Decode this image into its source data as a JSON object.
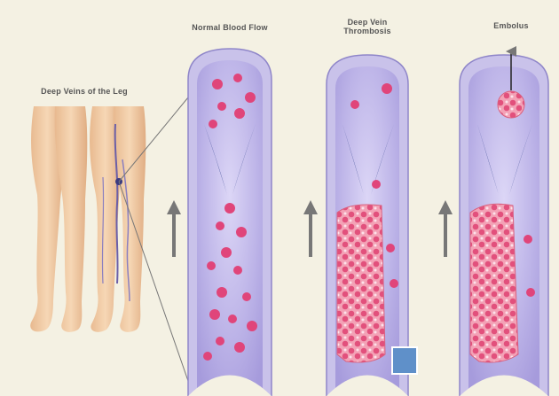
{
  "labels": {
    "legs": "Deep Veins of the Leg",
    "normal": "Normal Blood Flow",
    "thrombosis_line1": "Deep Vein",
    "thrombosis_line2": "Thrombosis",
    "embolus": "Embolus"
  },
  "colors": {
    "background": "#f4f1e3",
    "vein_wall": "#c9c2ea",
    "vein_lumen": "#b7b0e4",
    "valve": "#2c3f8a",
    "blood_cell": "#e0457a",
    "clot": "#ea6f8f",
    "arrow": "#777777"
  },
  "icons": [
    "leg-illustration",
    "vein-cross-section",
    "blood-cell",
    "valve",
    "clot",
    "flow-arrow",
    "embolus-arrow"
  ]
}
